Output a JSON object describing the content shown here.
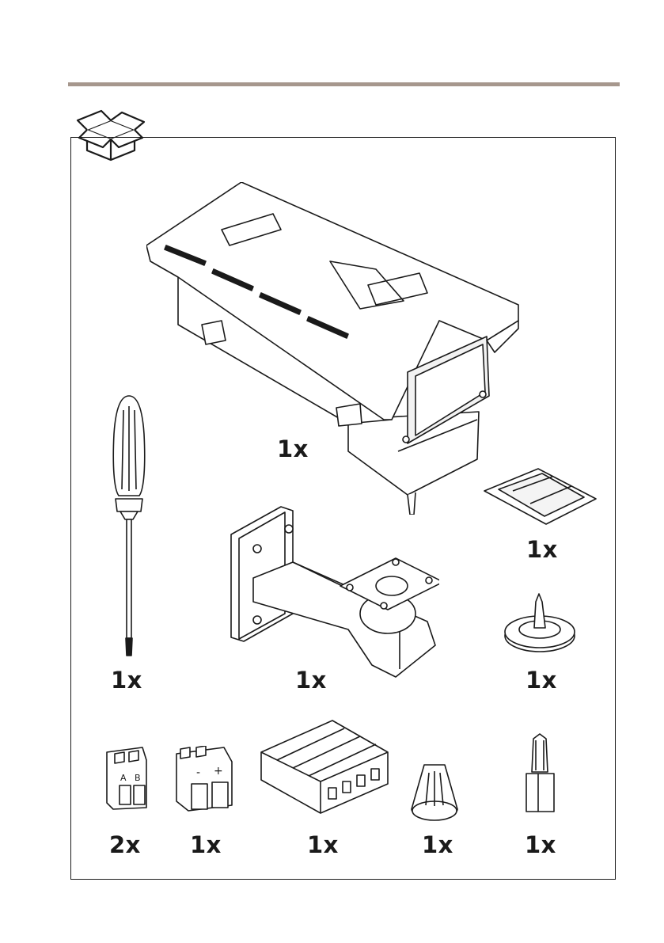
{
  "items": [
    {
      "id": "camera-housing",
      "qty": "1x"
    },
    {
      "id": "desiccant-bag",
      "qty": "1x"
    },
    {
      "id": "torx-screwdriver",
      "qty": "1x"
    },
    {
      "id": "wall-bracket",
      "qty": "1x"
    },
    {
      "id": "cable-gasket",
      "qty": "1x"
    },
    {
      "id": "rs485-connector",
      "qty": "2x",
      "labels": [
        "A",
        "B"
      ]
    },
    {
      "id": "power-connector",
      "qty": "1x",
      "labels": [
        "-",
        "+"
      ]
    },
    {
      "id": "io-terminal-block",
      "qty": "1x"
    },
    {
      "id": "cable-grommet",
      "qty": "1x"
    },
    {
      "id": "torx-bit",
      "qty": "1x"
    }
  ],
  "colors": {
    "rule": "#a6978d",
    "line": "#1a1a1a"
  }
}
